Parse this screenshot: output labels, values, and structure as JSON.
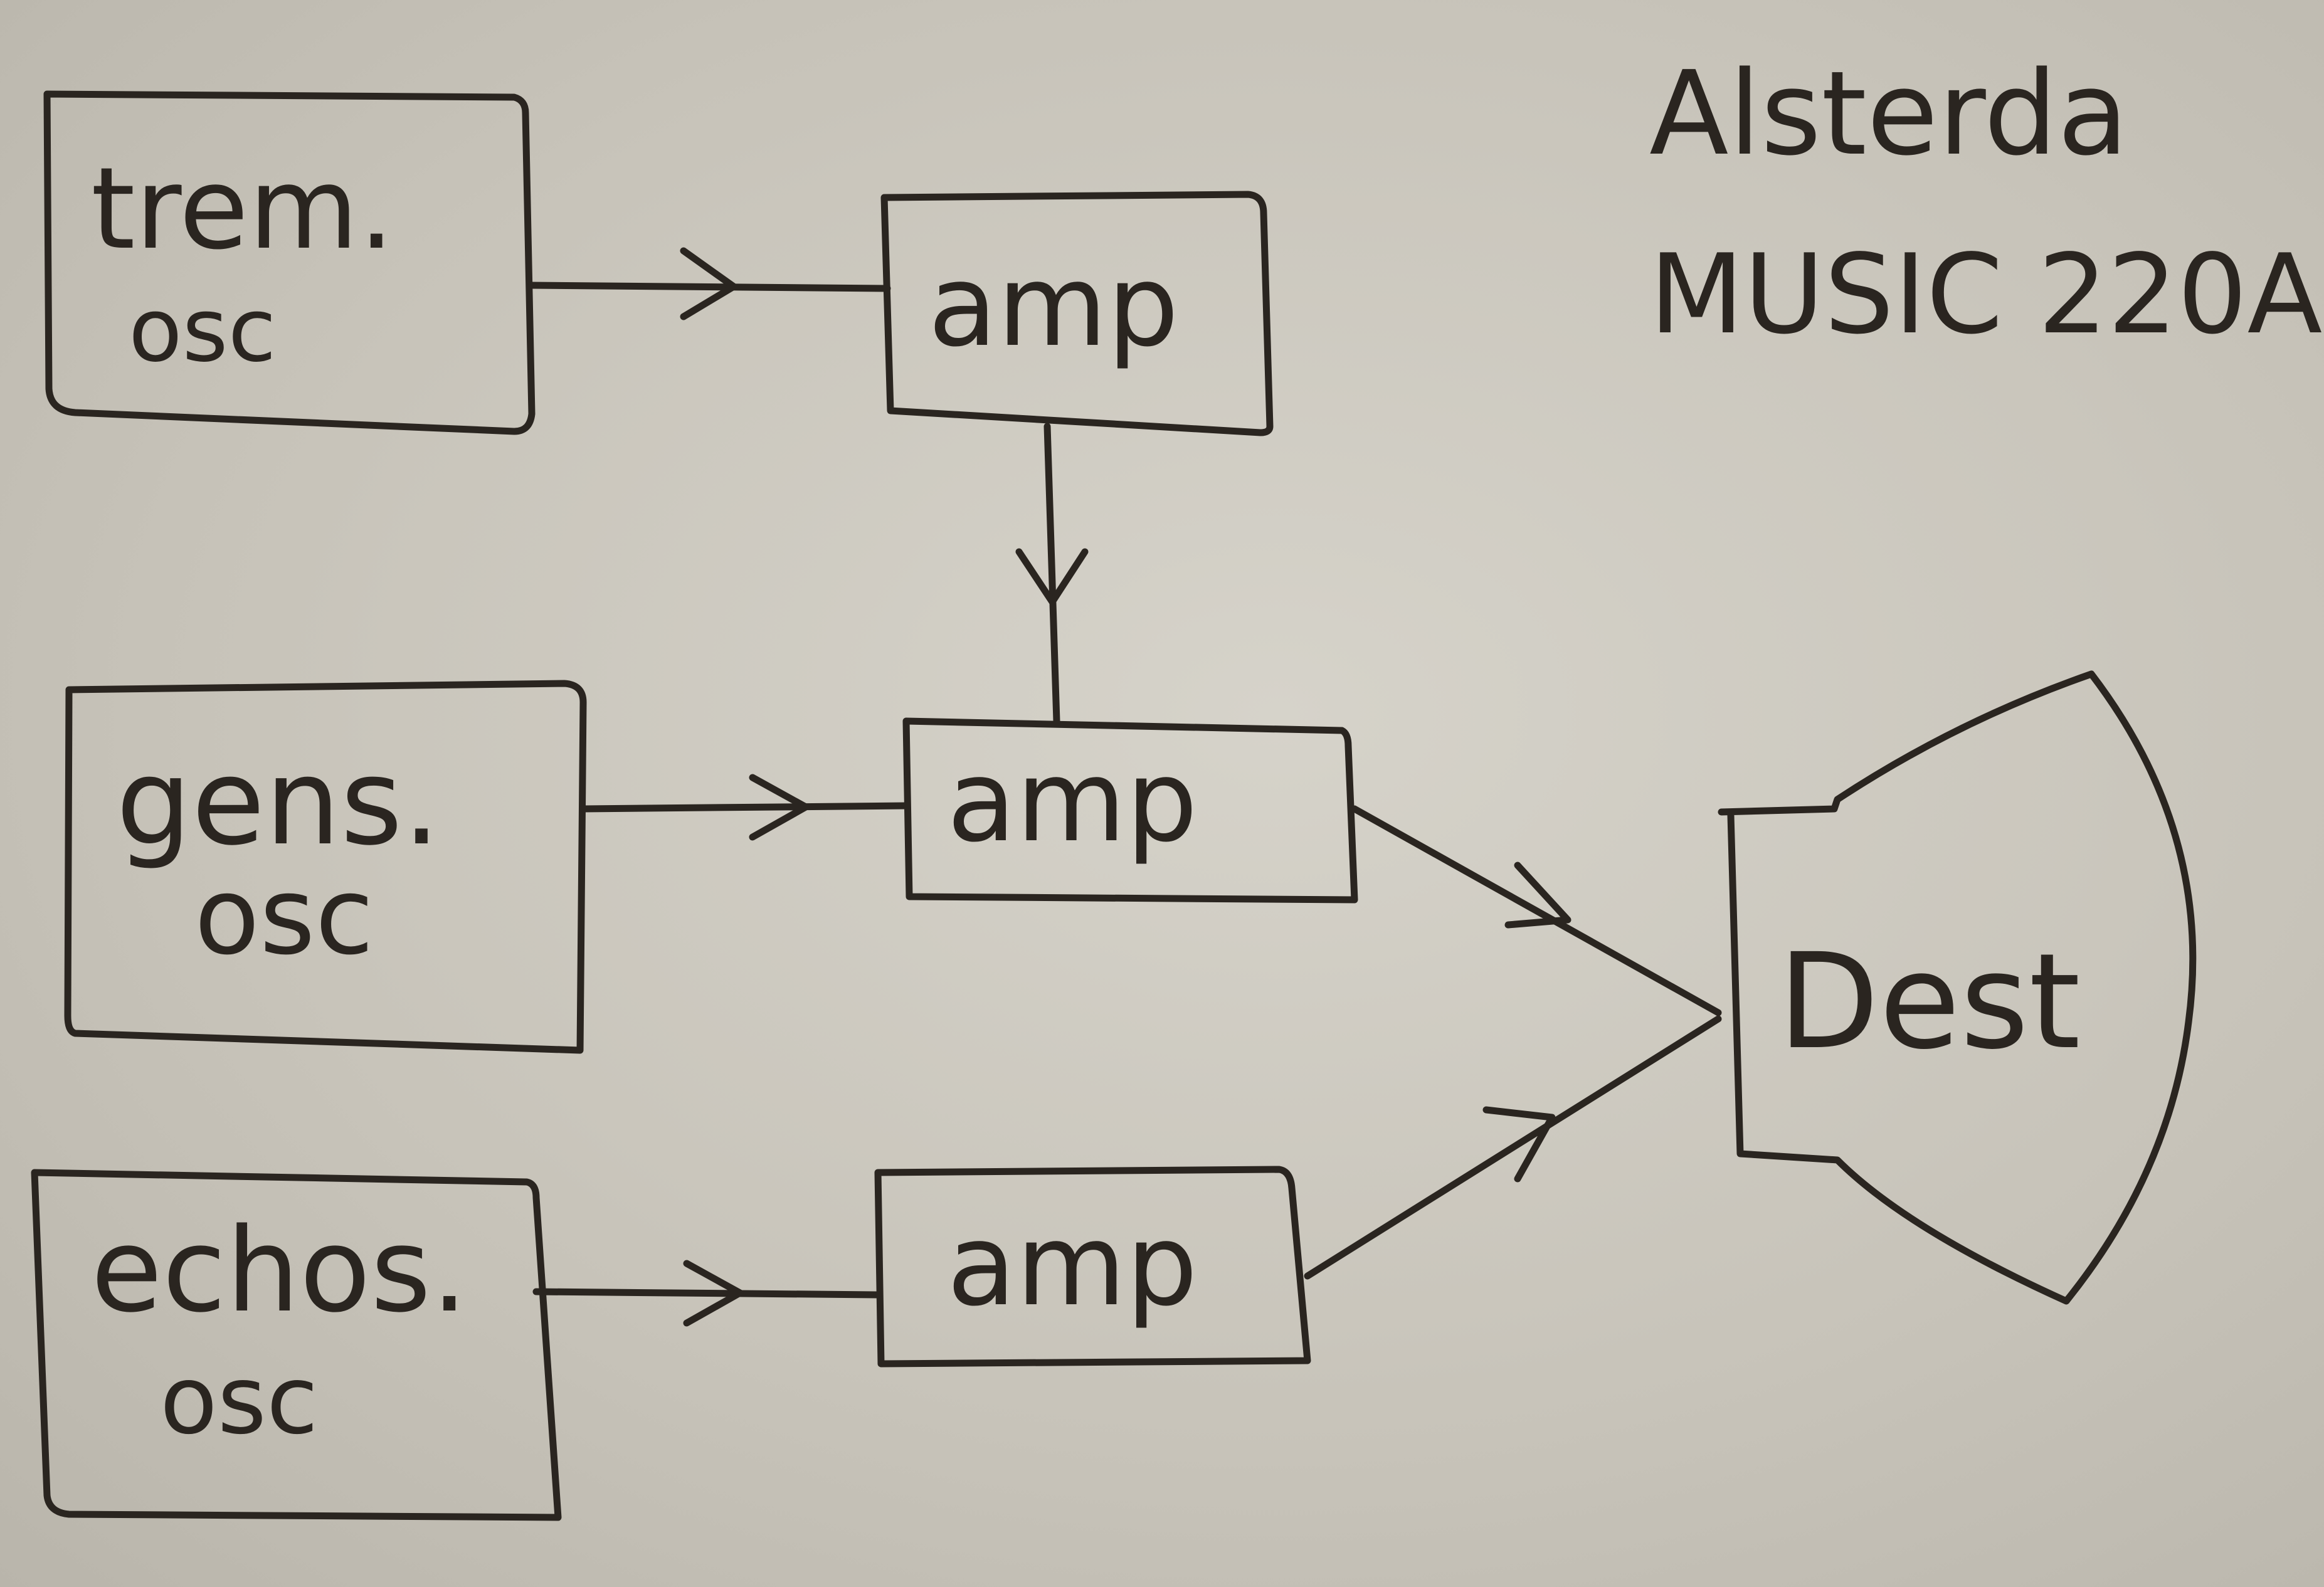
{
  "header": {
    "name": "Alsterda",
    "course": "MUSIC 220A"
  },
  "nodes": {
    "trem": {
      "line1": "trem.",
      "line2": "osc"
    },
    "gens": {
      "line1": "gens.",
      "line2": "osc"
    },
    "echos": {
      "line1": "echos.",
      "line2": "osc"
    },
    "amp_top": {
      "label": "amp"
    },
    "amp_mid": {
      "label": "amp"
    },
    "amp_bot": {
      "label": "amp"
    },
    "dest": {
      "label": "Dest"
    }
  }
}
